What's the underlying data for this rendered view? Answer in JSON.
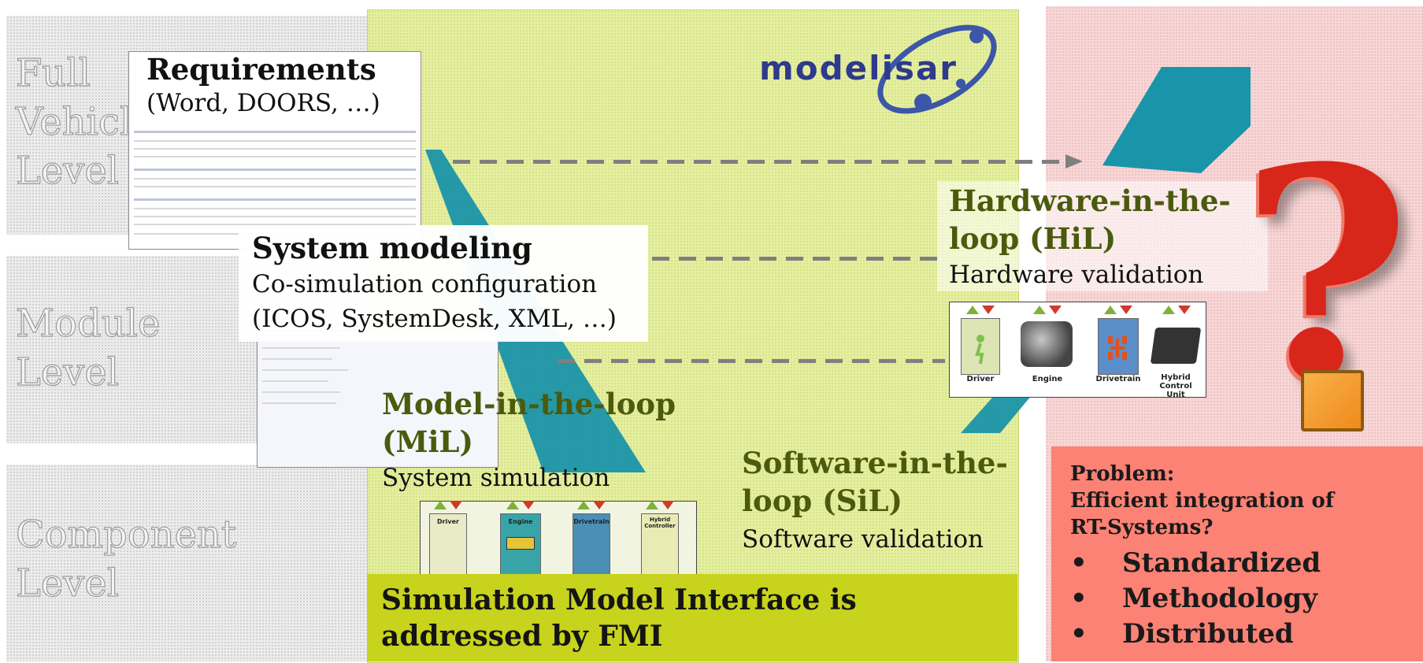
{
  "levels": [
    {
      "label": "Full\nVehicle\nLevel"
    },
    {
      "label": "Module\nLevel"
    },
    {
      "label": "Component\nLevel"
    }
  ],
  "logo": {
    "text": "modelisar"
  },
  "requirements": {
    "title": "Requirements",
    "subtitle": "(Word, DOORS, …)"
  },
  "system_modeling": {
    "title": "System modeling",
    "line1": "Co-simulation configuration",
    "line2": "(ICOS, SystemDesk, XML, …)"
  },
  "hil": {
    "title_line1": "Hardware-in-the-",
    "title_line2": "loop (HiL)",
    "subtitle": "Hardware validation"
  },
  "mil": {
    "title_line1": "Model-in-the-loop",
    "title_line2": "(MiL)",
    "subtitle": "System simulation"
  },
  "sil": {
    "title_line1": "Software-in-the-",
    "title_line2": "loop (SiL)",
    "subtitle": "Software validation"
  },
  "hil_components": [
    "Driver",
    "Engine",
    "Drivetrain",
    "Hybrid\nControl Unit"
  ],
  "mil_components": [
    "Driver",
    "Engine",
    "Drivetrain",
    "Hybrid\nController"
  ],
  "fmi_banner": {
    "line1": "Simulation Model Interface is",
    "line2": "addressed by FMI"
  },
  "problem": {
    "heading_line1": "Problem:",
    "heading_line2": "Efficient integration of",
    "heading_line3": "RT-Systems?",
    "bullets": [
      "Standardized",
      "Methodology",
      "Distributed"
    ],
    "bullet_symbol": "•"
  },
  "question_mark": {
    "glyph": "?"
  },
  "colors": {
    "green_panel": "#e4ef9e",
    "fmi_bar": "#c7d31c",
    "problem_box": "#fb8275",
    "pink_panel": "#f7d7d7",
    "teal_arrow": "#1a94a8",
    "question_red": "#d8261a",
    "green_title": "#4b5a0d"
  }
}
